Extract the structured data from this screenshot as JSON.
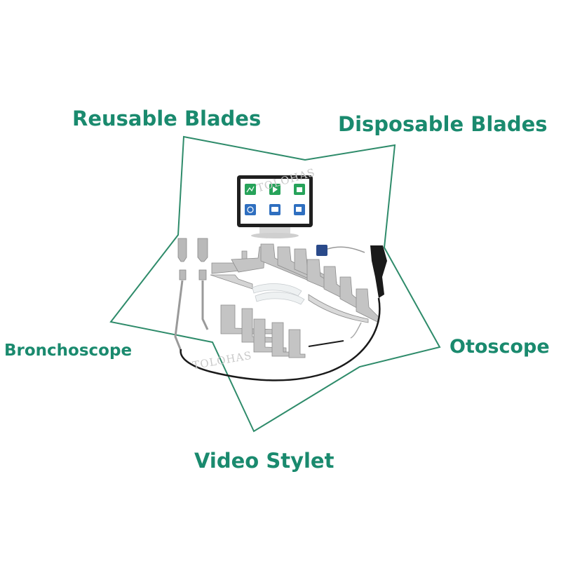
{
  "labels": {
    "reusable_blades": "Reusable Blades",
    "disposable_blades": "Disposable Blades",
    "bronchoscope": "Bronchoscope",
    "otoscope": "Otoscope",
    "video_stylet": "Video Stylet"
  },
  "watermark": "TOLOHAS",
  "colors": {
    "accent_text": "#1a8a6e",
    "star_outline": "#2e8b6a",
    "monitor_tiles": [
      "#27a35a",
      "#27a35a",
      "#27a35a",
      "#2f6fc0",
      "#2f6fc0",
      "#2f6fc0"
    ]
  },
  "monitor_icons": [
    "chart-icon",
    "play-icon",
    "folder-icon",
    "settings-icon",
    "camera-icon",
    "video-icon"
  ]
}
